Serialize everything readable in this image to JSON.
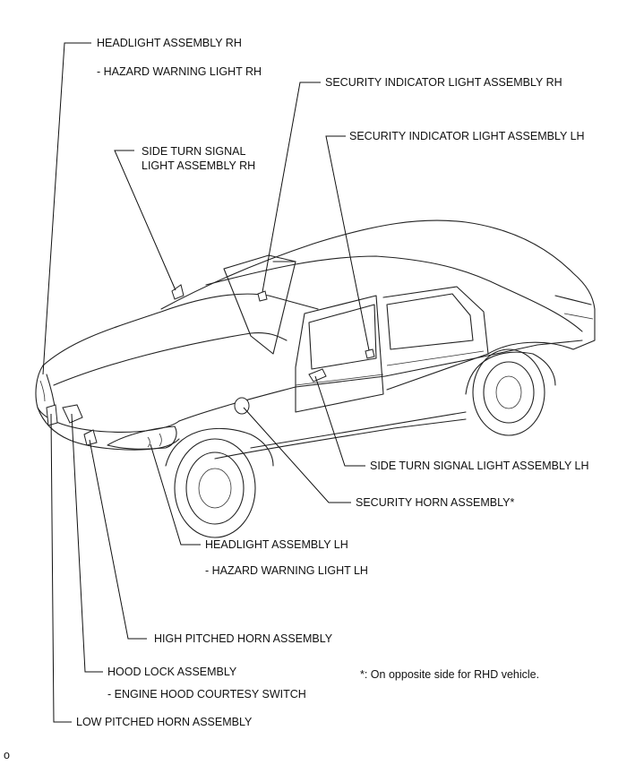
{
  "labels": {
    "headlight_rh": "HEADLIGHT ASSEMBLY RH",
    "hazard_rh": "- HAZARD WARNING LIGHT RH",
    "security_indicator_rh": "SECURITY INDICATOR LIGHT ASSEMBLY RH",
    "security_indicator_lh": "SECURITY INDICATOR LIGHT ASSEMBLY LH",
    "side_turn_rh_line1": "SIDE TURN SIGNAL",
    "side_turn_rh_line2": "LIGHT ASSEMBLY RH",
    "side_turn_lh": "SIDE TURN SIGNAL LIGHT ASSEMBLY LH",
    "security_horn": "SECURITY HORN ASSEMBLY*",
    "headlight_lh": "HEADLIGHT ASSEMBLY LH",
    "hazard_lh": "- HAZARD WARNING LIGHT LH",
    "high_horn": "HIGH PITCHED HORN ASSEMBLY",
    "hood_lock": "HOOD LOCK ASSEMBLY",
    "hood_courtesy": "- ENGINE HOOD COURTESY SWITCH",
    "low_horn": "LOW PITCHED HORN ASSEMBLY"
  },
  "footnote": "*: On opposite side for RHD vehicle.",
  "corner_mark": "o"
}
